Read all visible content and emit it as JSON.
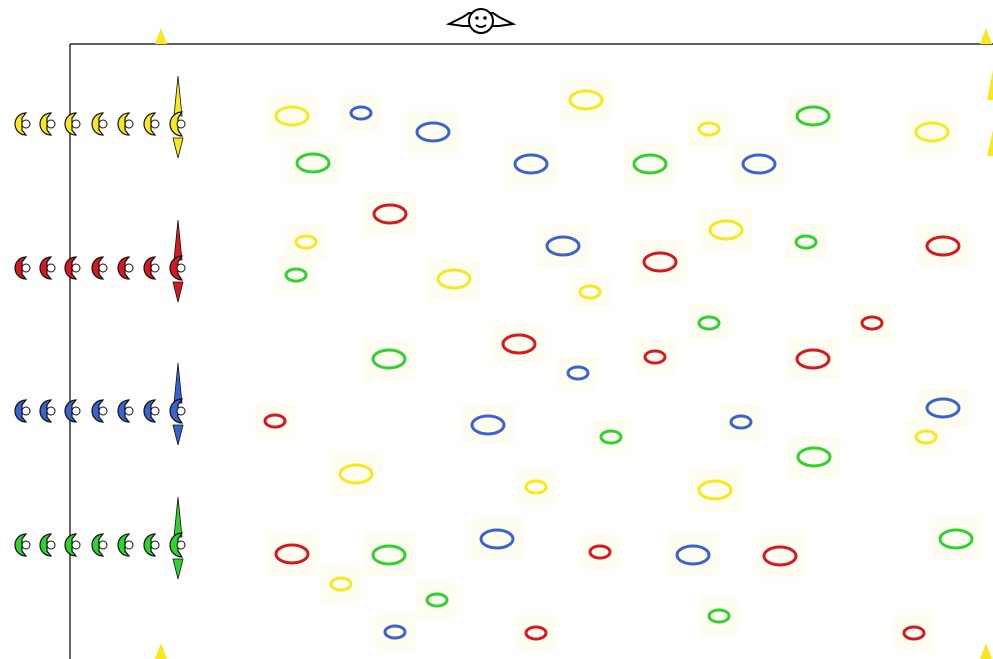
{
  "game": {
    "mascot_icon": "alien-face-icon",
    "corner_markers": "triangle-marker-icon",
    "colors": {
      "yellow": "#f7e81f",
      "red": "#d8181f",
      "blue": "#3a63d0",
      "green": "#2fd22f",
      "border": "#000000",
      "background": "#ffffff"
    },
    "players": [
      {
        "color": "yellow",
        "pieces_remaining": 6,
        "active_launcher": "launcher-icon"
      },
      {
        "color": "red",
        "pieces_remaining": 6,
        "active_launcher": "launcher-icon"
      },
      {
        "color": "blue",
        "pieces_remaining": 6,
        "active_launcher": "launcher-icon"
      },
      {
        "color": "green",
        "pieces_remaining": 6,
        "active_launcher": "launcher-icon"
      }
    ],
    "rings": [
      {
        "color": "yellow",
        "size": "large"
      },
      {
        "color": "blue",
        "size": "small"
      },
      {
        "color": "blue",
        "size": "large"
      },
      {
        "color": "yellow",
        "size": "large"
      },
      {
        "color": "yellow",
        "size": "small"
      },
      {
        "color": "green",
        "size": "large"
      },
      {
        "color": "yellow",
        "size": "large"
      },
      {
        "color": "green",
        "size": "large"
      },
      {
        "color": "blue",
        "size": "large"
      },
      {
        "color": "green",
        "size": "large"
      },
      {
        "color": "blue",
        "size": "large"
      },
      {
        "color": "red",
        "size": "large"
      },
      {
        "color": "yellow",
        "size": "large"
      },
      {
        "color": "yellow",
        "size": "small"
      },
      {
        "color": "blue",
        "size": "large"
      },
      {
        "color": "green",
        "size": "small"
      },
      {
        "color": "red",
        "size": "large"
      },
      {
        "color": "green",
        "size": "small"
      },
      {
        "color": "yellow",
        "size": "large"
      },
      {
        "color": "red",
        "size": "large"
      },
      {
        "color": "yellow",
        "size": "small"
      },
      {
        "color": "green",
        "size": "small"
      },
      {
        "color": "red",
        "size": "small"
      },
      {
        "color": "red",
        "size": "large"
      },
      {
        "color": "green",
        "size": "large"
      },
      {
        "color": "blue",
        "size": "small"
      },
      {
        "color": "red",
        "size": "small"
      },
      {
        "color": "red",
        "size": "large"
      },
      {
        "color": "red",
        "size": "small"
      },
      {
        "color": "blue",
        "size": "large"
      },
      {
        "color": "green",
        "size": "small"
      },
      {
        "color": "blue",
        "size": "small"
      },
      {
        "color": "blue",
        "size": "large"
      },
      {
        "color": "yellow",
        "size": "small"
      },
      {
        "color": "yellow",
        "size": "large"
      },
      {
        "color": "yellow",
        "size": "small"
      },
      {
        "color": "green",
        "size": "large"
      },
      {
        "color": "yellow",
        "size": "large"
      },
      {
        "color": "blue",
        "size": "large"
      },
      {
        "color": "green",
        "size": "large"
      },
      {
        "color": "red",
        "size": "large"
      },
      {
        "color": "green",
        "size": "large"
      },
      {
        "color": "red",
        "size": "small"
      },
      {
        "color": "blue",
        "size": "large"
      },
      {
        "color": "red",
        "size": "large"
      },
      {
        "color": "yellow",
        "size": "small"
      },
      {
        "color": "green",
        "size": "small"
      },
      {
        "color": "green",
        "size": "small"
      },
      {
        "color": "blue",
        "size": "small"
      },
      {
        "color": "red",
        "size": "small"
      },
      {
        "color": "red",
        "size": "small"
      }
    ]
  }
}
